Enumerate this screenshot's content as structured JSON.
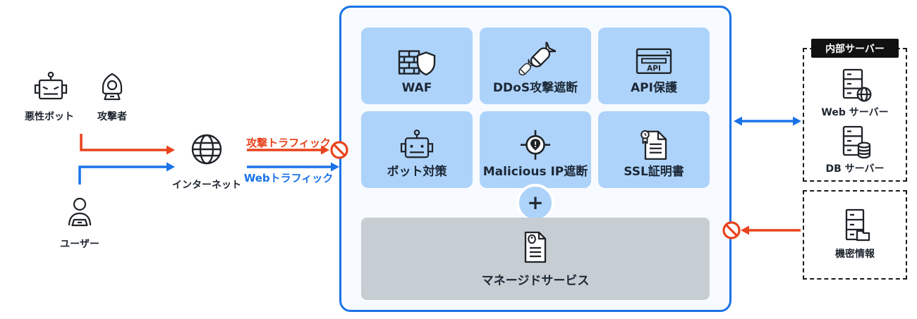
{
  "colors": {
    "accent_blue": "#1a73e8",
    "alert_red": "#e8431c",
    "tile_blue": "#aed3fa",
    "panel_gray": "#c7ced3",
    "header_black": "#111111"
  },
  "actors": {
    "malicious_bot": {
      "label": "悪性ボット"
    },
    "attacker": {
      "label": "攻撃者"
    },
    "user": {
      "label": "ユーザー"
    },
    "internet": {
      "label": "インターネット"
    }
  },
  "traffic": {
    "attack_label": "攻撃トラフィック",
    "web_label": "Webトラフィック"
  },
  "security_box": {
    "tiles": [
      {
        "label": "WAF",
        "icon": "waf-firewall-shield-icon"
      },
      {
        "label": "DDoS攻撃遮断",
        "icon": "ddos-bombs-icon"
      },
      {
        "label": "API保護",
        "icon": "api-window-icon",
        "icon_text": "API"
      },
      {
        "label": "ボット対策",
        "icon": "bot-robot-icon"
      },
      {
        "label": "Malicious IP遮断",
        "icon": "malicious-ip-target-icon"
      },
      {
        "label": "SSL証明書",
        "icon": "ssl-certificate-icon"
      }
    ],
    "plus_label": "+",
    "managed_service": {
      "label": "マネージドサービス"
    }
  },
  "internal": {
    "header": "内部サーバー",
    "servers": [
      {
        "label": "Web サーバー"
      },
      {
        "label": "DB サーバー"
      }
    ],
    "secret": {
      "label": "機密情報"
    }
  }
}
